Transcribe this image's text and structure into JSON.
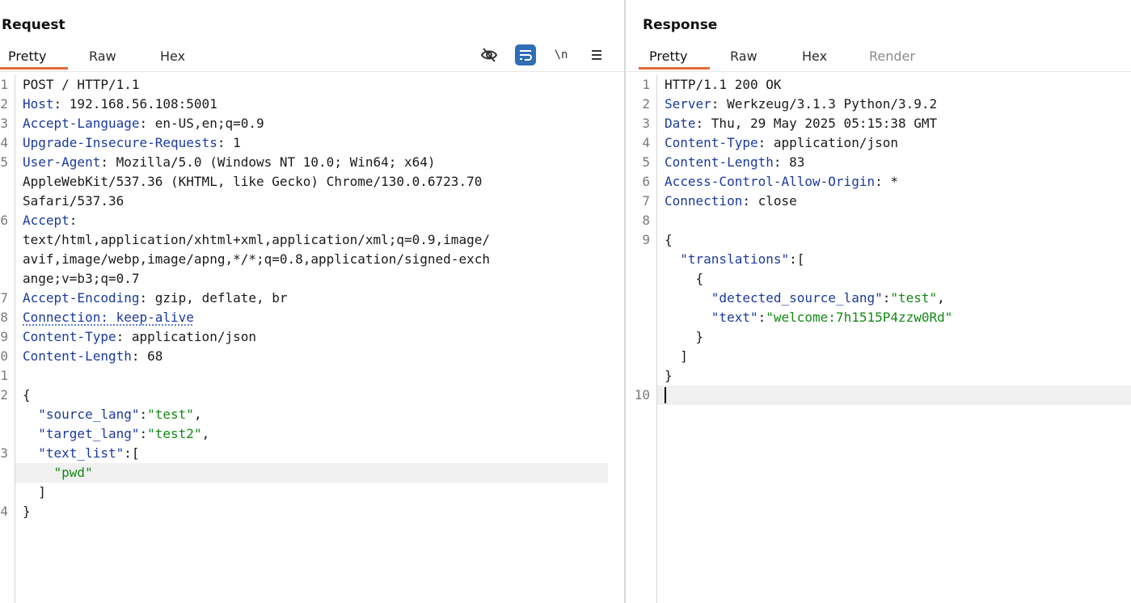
{
  "request": {
    "title": "Request",
    "tabs": [
      "Pretty",
      "Raw",
      "Hex"
    ],
    "active_tab": "Pretty",
    "toolbar_icons": [
      "hide-icon",
      "wrap-icon",
      "newline-icon",
      "menu-icon"
    ],
    "newline_label": "\\n",
    "lines": [
      {
        "num": "1",
        "parts": [
          {
            "t": "POST / HTTP/1.1",
            "c": "o"
          }
        ]
      },
      {
        "num": "2",
        "parts": [
          {
            "t": "Host",
            "c": "k"
          },
          {
            "t": ": 192.168.56.108:5001",
            "c": "o"
          }
        ]
      },
      {
        "num": "3",
        "parts": [
          {
            "t": "Accept-Language",
            "c": "k"
          },
          {
            "t": ": en-US,en;q=0.9",
            "c": "o"
          }
        ]
      },
      {
        "num": "4",
        "parts": [
          {
            "t": "Upgrade-Insecure-Requests",
            "c": "k"
          },
          {
            "t": ": 1",
            "c": "o"
          }
        ]
      },
      {
        "num": "5",
        "parts": [
          {
            "t": "User-Agent",
            "c": "k"
          },
          {
            "t": ": Mozilla/5.0 (Windows NT 10.0; Win64; x64)",
            "c": "o"
          }
        ]
      },
      {
        "num": "",
        "parts": [
          {
            "t": "AppleWebKit/537.36 (KHTML, like Gecko) Chrome/130.0.6723.70",
            "c": "o"
          }
        ]
      },
      {
        "num": "",
        "parts": [
          {
            "t": "Safari/537.36",
            "c": "o"
          }
        ]
      },
      {
        "num": "6",
        "parts": [
          {
            "t": "Accept",
            "c": "k"
          },
          {
            "t": ":",
            "c": "o"
          }
        ]
      },
      {
        "num": "",
        "parts": [
          {
            "t": "text/html,application/xhtml+xml,application/xml;q=0.9,image/",
            "c": "o"
          }
        ]
      },
      {
        "num": "",
        "parts": [
          {
            "t": "avif,image/webp,image/apng,*/*;q=0.8,application/signed-exch",
            "c": "o"
          }
        ]
      },
      {
        "num": "",
        "parts": [
          {
            "t": "ange;v=b3;q=0.7",
            "c": "o"
          }
        ]
      },
      {
        "num": "7",
        "parts": [
          {
            "t": "Accept-Encoding",
            "c": "k"
          },
          {
            "t": ": gzip, deflate, br",
            "c": "o"
          }
        ]
      },
      {
        "num": "8",
        "parts": [
          {
            "t": "Connection: keep-alive",
            "c": "k dotted"
          }
        ]
      },
      {
        "num": "9",
        "parts": [
          {
            "t": "Content-Type",
            "c": "k"
          },
          {
            "t": ": application/json",
            "c": "o"
          }
        ]
      },
      {
        "num": "0",
        "parts": [
          {
            "t": "Content-Length",
            "c": "k"
          },
          {
            "t": ": 68",
            "c": "o"
          }
        ]
      },
      {
        "num": "1",
        "parts": []
      },
      {
        "num": "2",
        "parts": [
          {
            "t": "{",
            "c": "o"
          }
        ]
      },
      {
        "num": "",
        "parts": [
          {
            "t": "  ",
            "c": "o"
          },
          {
            "t": "\"source_lang\"",
            "c": "k"
          },
          {
            "t": ":",
            "c": "o"
          },
          {
            "t": "\"test\"",
            "c": "s"
          },
          {
            "t": ",",
            "c": "o"
          }
        ]
      },
      {
        "num": "",
        "parts": [
          {
            "t": "  ",
            "c": "o"
          },
          {
            "t": "\"target_lang\"",
            "c": "k"
          },
          {
            "t": ":",
            "c": "o"
          },
          {
            "t": "\"test2\"",
            "c": "s"
          },
          {
            "t": ",",
            "c": "o"
          }
        ]
      },
      {
        "num": "3",
        "parts": [
          {
            "t": "  ",
            "c": "o"
          },
          {
            "t": "\"text_list\"",
            "c": "k"
          },
          {
            "t": ":[",
            "c": "o"
          }
        ]
      },
      {
        "num": "",
        "highlight": true,
        "parts": [
          {
            "t": "    ",
            "c": "o"
          },
          {
            "t": "\"pwd\"",
            "c": "s"
          }
        ]
      },
      {
        "num": "",
        "parts": [
          {
            "t": "  ]",
            "c": "o"
          }
        ]
      },
      {
        "num": "4",
        "parts": [
          {
            "t": "}",
            "c": "o"
          }
        ]
      }
    ]
  },
  "response": {
    "title": "Response",
    "tabs": [
      "Pretty",
      "Raw",
      "Hex",
      "Render"
    ],
    "active_tab": "Pretty",
    "lines": [
      {
        "num": "1",
        "parts": [
          {
            "t": "HTTP/1.1 200 OK",
            "c": "o"
          }
        ]
      },
      {
        "num": "2",
        "parts": [
          {
            "t": "Server",
            "c": "k"
          },
          {
            "t": ": Werkzeug/3.1.3 Python/3.9.2",
            "c": "o"
          }
        ]
      },
      {
        "num": "3",
        "parts": [
          {
            "t": "Date",
            "c": "k"
          },
          {
            "t": ": Thu, 29 May 2025 05:15:38 GMT",
            "c": "o"
          }
        ]
      },
      {
        "num": "4",
        "parts": [
          {
            "t": "Content-Type",
            "c": "k"
          },
          {
            "t": ": application/json",
            "c": "o"
          }
        ]
      },
      {
        "num": "5",
        "parts": [
          {
            "t": "Content-Length",
            "c": "k"
          },
          {
            "t": ": 83",
            "c": "o"
          }
        ]
      },
      {
        "num": "6",
        "parts": [
          {
            "t": "Access-Control-Allow-Origin",
            "c": "k"
          },
          {
            "t": ": *",
            "c": "o"
          }
        ]
      },
      {
        "num": "7",
        "parts": [
          {
            "t": "Connection",
            "c": "k"
          },
          {
            "t": ": close",
            "c": "o"
          }
        ]
      },
      {
        "num": "8",
        "parts": []
      },
      {
        "num": "9",
        "parts": [
          {
            "t": "{",
            "c": "o"
          }
        ]
      },
      {
        "num": "",
        "parts": [
          {
            "t": "  ",
            "c": "o"
          },
          {
            "t": "\"translations\"",
            "c": "k"
          },
          {
            "t": ":[",
            "c": "o"
          }
        ]
      },
      {
        "num": "",
        "parts": [
          {
            "t": "    {",
            "c": "o"
          }
        ]
      },
      {
        "num": "",
        "parts": [
          {
            "t": "      ",
            "c": "o"
          },
          {
            "t": "\"detected_source_lang\"",
            "c": "k"
          },
          {
            "t": ":",
            "c": "o"
          },
          {
            "t": "\"test\"",
            "c": "s"
          },
          {
            "t": ",",
            "c": "o"
          }
        ]
      },
      {
        "num": "",
        "parts": [
          {
            "t": "      ",
            "c": "o"
          },
          {
            "t": "\"text\"",
            "c": "k"
          },
          {
            "t": ":",
            "c": "o"
          },
          {
            "t": "\"welcome:7h1515P4zzw0Rd\"",
            "c": "s"
          }
        ]
      },
      {
        "num": "",
        "parts": [
          {
            "t": "    }",
            "c": "o"
          }
        ]
      },
      {
        "num": "",
        "parts": [
          {
            "t": "  ]",
            "c": "o"
          }
        ]
      },
      {
        "num": "",
        "parts": [
          {
            "t": "}",
            "c": "o"
          }
        ]
      },
      {
        "num": "10",
        "highlight": true,
        "caret": true,
        "parts": []
      }
    ]
  }
}
